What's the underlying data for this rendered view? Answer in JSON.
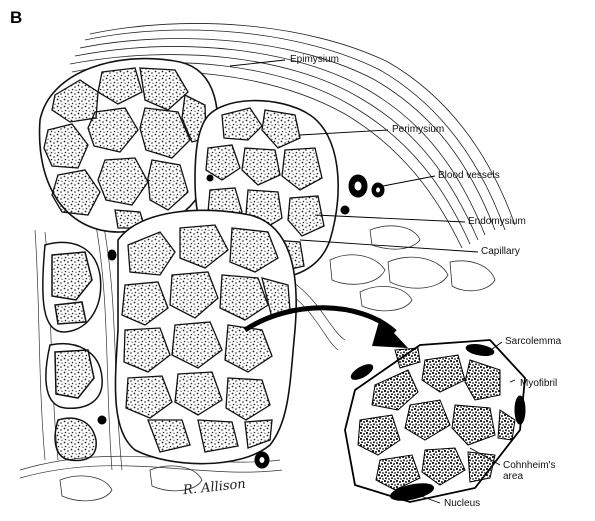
{
  "figure": {
    "panel_letter": "B",
    "signature": "R. Allison",
    "labels": {
      "epimysium": "Epimysium",
      "perimysium": "Perimysium",
      "blood_vessels": "Blood vessels",
      "endomysium": "Endomysium",
      "capillary": "Capillary",
      "sarcolemma": "Sarcolemma",
      "myofibril": "Myofibril",
      "cohnheims_area_line1": "Cohnheim's",
      "cohnheims_area_line2": "area",
      "nucleus": "Nucleus"
    }
  },
  "colors": {
    "ink": "#111111",
    "stipple": "#2a2a2a",
    "background": "#ffffff"
  }
}
